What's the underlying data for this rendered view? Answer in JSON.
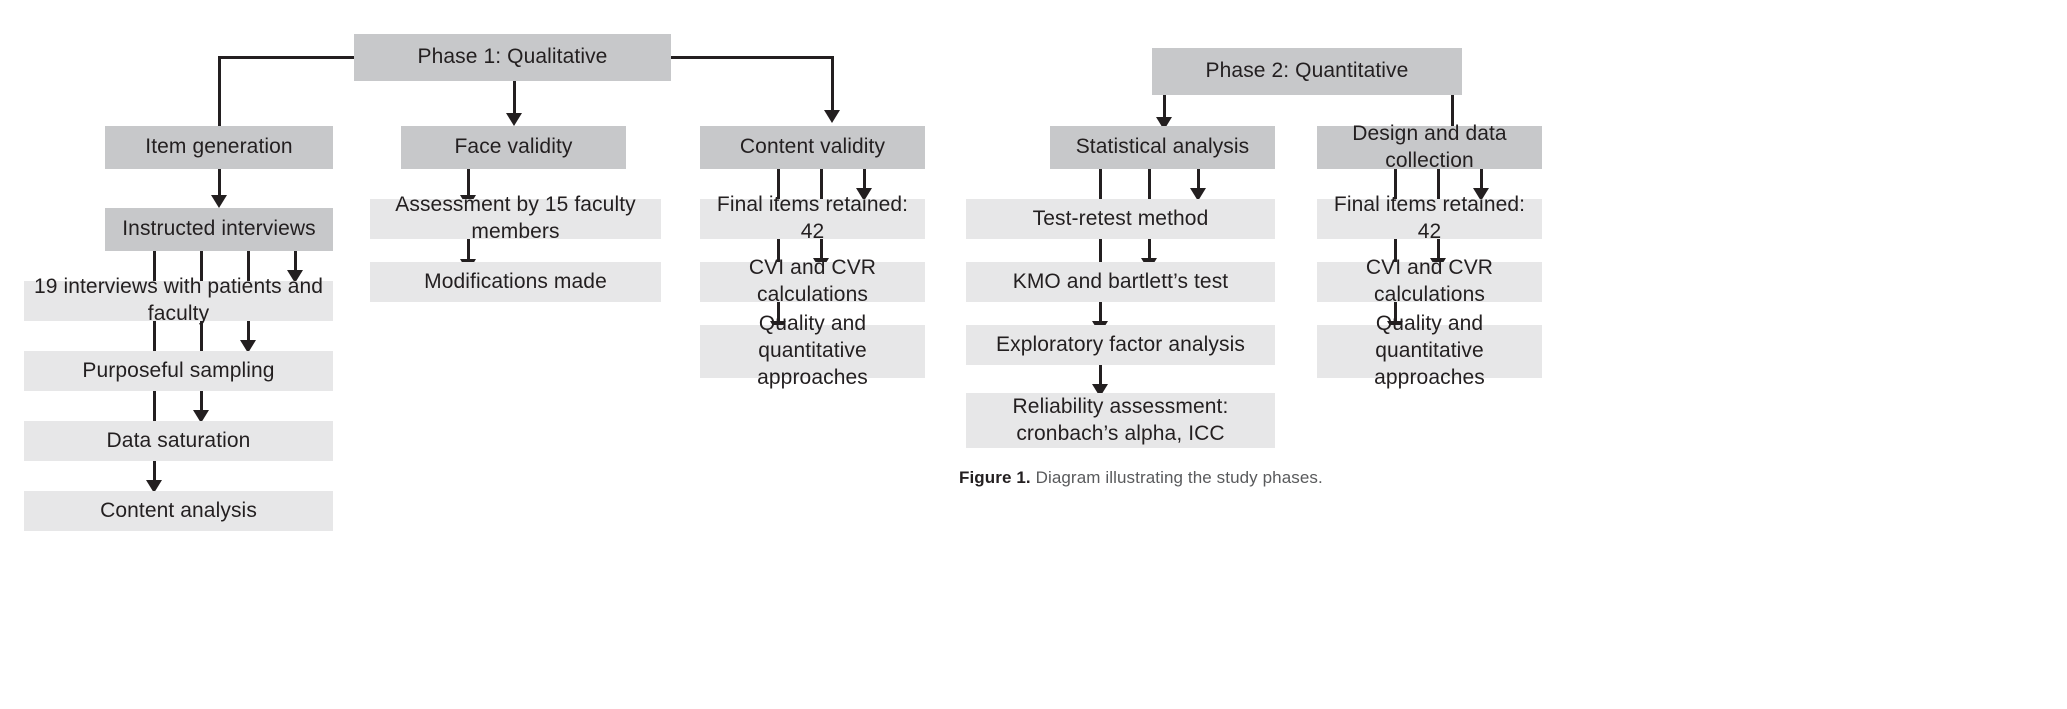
{
  "figure": {
    "caption_label": "Figure 1.",
    "caption_text": " Diagram illustrating the study phases."
  },
  "colors": {
    "header_fill": "#c7c8ca",
    "step_fill": "#e7e7e8",
    "line": "#231f20",
    "text": "#231f20",
    "caption_text": "#595a5c",
    "background": "#ffffff"
  },
  "phases": [
    {
      "id": "phase1",
      "title": "Phase 1: Qualitative",
      "branches": [
        {
          "id": "item-generation",
          "header": "Item generation",
          "steps": [
            "Instructed interviews",
            "19 interviews with patients and faculty",
            "Purposeful sampling",
            "Data saturation",
            "Content analysis"
          ]
        },
        {
          "id": "face-validity",
          "header": "Face validity",
          "steps": [
            "Assessment by 15 faculty members",
            "Modifications made"
          ]
        },
        {
          "id": "content-validity",
          "header": "Content validity",
          "steps": [
            "Final items retained: 42",
            "CVI and CVR calculations",
            "Quality and quantitative\napproaches"
          ]
        }
      ]
    },
    {
      "id": "phase2",
      "title": "Phase 2: Quantitative",
      "branches": [
        {
          "id": "statistical-analysis",
          "header": "Statistical analysis",
          "steps": [
            "Test-retest method",
            "KMO and bartlett’s test",
            "Exploratory factor analysis",
            "Reliability assessment:\ncronbach’s alpha, ICC"
          ]
        },
        {
          "id": "design-data-collection",
          "header": "Design and data collection",
          "steps": [
            "Final items retained: 42",
            "CVI and CVR calculations",
            "Quality and quantitative\napproaches"
          ]
        }
      ]
    }
  ]
}
